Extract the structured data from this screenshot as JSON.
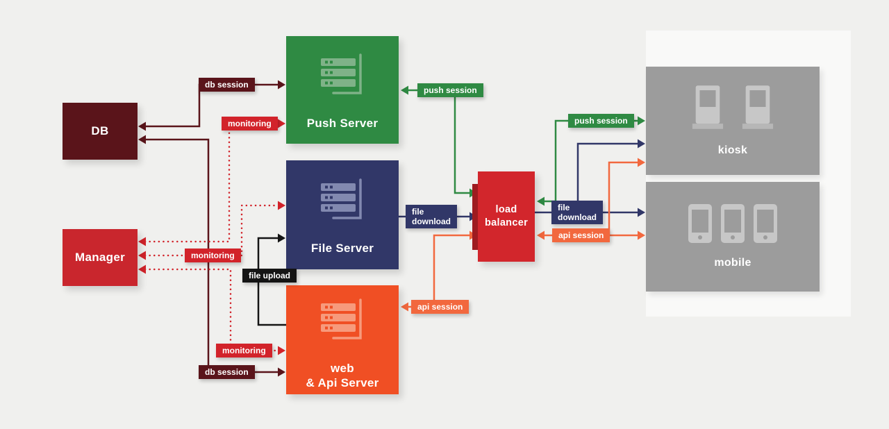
{
  "nodes": {
    "db": {
      "label": "DB",
      "color": "#5a141a"
    },
    "manager": {
      "label": "Manager",
      "color": "#c9262d"
    },
    "push_server": {
      "label": "Push Server",
      "color": "#2f8a43"
    },
    "file_server": {
      "label": "File Server",
      "color": "#313768"
    },
    "web_api_server": {
      "line1": "web",
      "line2": "& Api Server",
      "color": "#f04f24"
    },
    "load_balancer": {
      "line1": "load",
      "line2": "balancer",
      "color": "#d2262c"
    },
    "kiosk": {
      "label": "kiosk",
      "color": "#9c9c9c"
    },
    "mobile": {
      "label": "mobile",
      "color": "#9c9c9c"
    }
  },
  "badges": {
    "db_session_top": {
      "label": "db session",
      "color": "#5a141a"
    },
    "monitoring_top": {
      "label": "monitoring",
      "color": "#d2232a"
    },
    "push_session_left": {
      "label": "push session",
      "color": "#2f8a43"
    },
    "file_download_left": {
      "line1": "file",
      "line2": "download",
      "color": "#313768"
    },
    "monitoring_mid": {
      "label": "monitoring",
      "color": "#d2232a"
    },
    "file_upload": {
      "label": "file upload",
      "color": "#141414"
    },
    "api_session_left": {
      "label": "api session",
      "color": "#f2683e"
    },
    "monitoring_bottom": {
      "label": "monitoring",
      "color": "#d2232a"
    },
    "db_session_bottom": {
      "label": "db session",
      "color": "#5a141a"
    },
    "push_session_right": {
      "label": "push session",
      "color": "#2f8a43"
    },
    "file_download_right": {
      "line1": "file",
      "line2": "download",
      "color": "#313768"
    },
    "api_session_right": {
      "label": "api session",
      "color": "#f2683e"
    }
  },
  "edge_colors": {
    "db_session": "#5a141a",
    "monitoring_dotted": "#d2232a",
    "push_session": "#2f8a43",
    "file_download": "#313768",
    "api_session": "#f2683e",
    "file_upload": "#141414"
  },
  "icons": {
    "server": "server-rack-icon",
    "kiosk": "kiosk-terminal-icon",
    "mobile": "mobile-phone-icon"
  },
  "background": {
    "canvas": "#f0f0ee",
    "client_panel": "#f9f9f8"
  }
}
